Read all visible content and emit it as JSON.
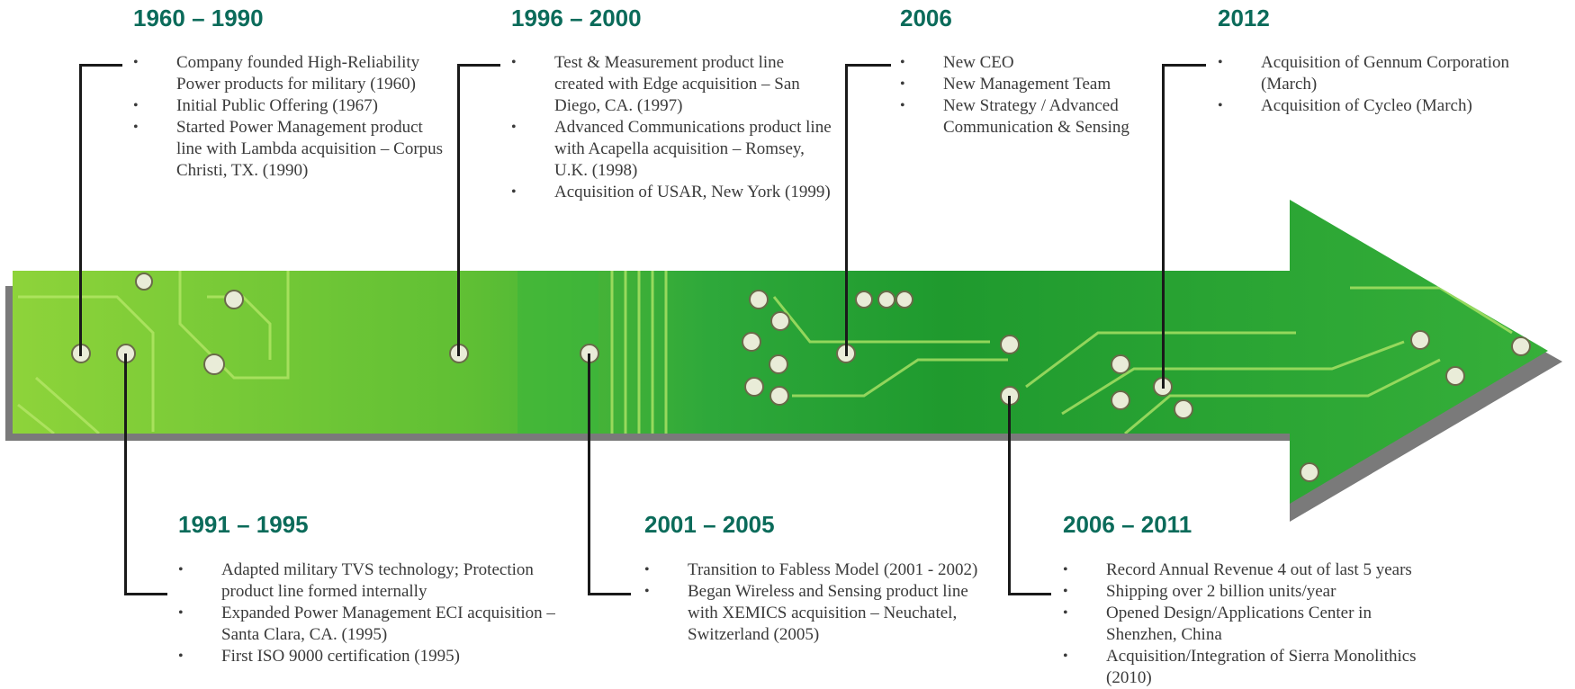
{
  "colors": {
    "heading": "#0b6b5a",
    "body_text": "#3a3a3a",
    "connector": "#1a1a1a",
    "board_light": "#8fd43a",
    "board_dark": "#1f9a2e",
    "arrow_shadow": "#7a7a7a"
  },
  "timeline": {
    "periods": [
      {
        "heading": "1960 – 1990",
        "bullets": [
          "Company founded High-Reliability Power products for military (1960)",
          "Initial Public Offering (1967)",
          "Started Power Management product line with Lambda acquisition – Corpus Christi, TX. (1990)"
        ]
      },
      {
        "heading": "1996 – 2000",
        "bullets": [
          "Test & Measurement product line created with Edge acquisition – San Diego, CA. (1997)",
          "Advanced Communications product line with Acapella acquisition – Romsey, U.K. (1998)",
          "Acquisition of USAR, New York (1999)"
        ]
      },
      {
        "heading": "2006",
        "bullets": [
          "New CEO",
          "New Management Team",
          "New Strategy / Advanced Communication & Sensing"
        ]
      },
      {
        "heading": "2012",
        "bullets": [
          "Acquisition of Gennum Corporation (March)",
          "Acquisition of Cycleo (March)"
        ]
      },
      {
        "heading": "1991 – 1995",
        "bullets": [
          "Adapted military TVS technology; Protection product line formed internally",
          "Expanded Power Management ECI acquisition – Santa Clara, CA. (1995)",
          "First ISO 9000 certification (1995)"
        ]
      },
      {
        "heading": "2001 – 2005",
        "bullets": [
          "Transition to Fabless Model (2001 - 2002)",
          "Began Wireless and Sensing product line with XEMICS acquisition – Neuchatel, Switzerland (2005)"
        ]
      },
      {
        "heading": "2006 – 2011",
        "bullets": [
          "Record Annual Revenue 4 out of last 5 years",
          "Shipping over 2 billion units/year",
          "Opened Design/Applications Center in Shenzhen, China",
          "Acquisition/Integration of Sierra Monolithics (2010)"
        ]
      }
    ]
  }
}
